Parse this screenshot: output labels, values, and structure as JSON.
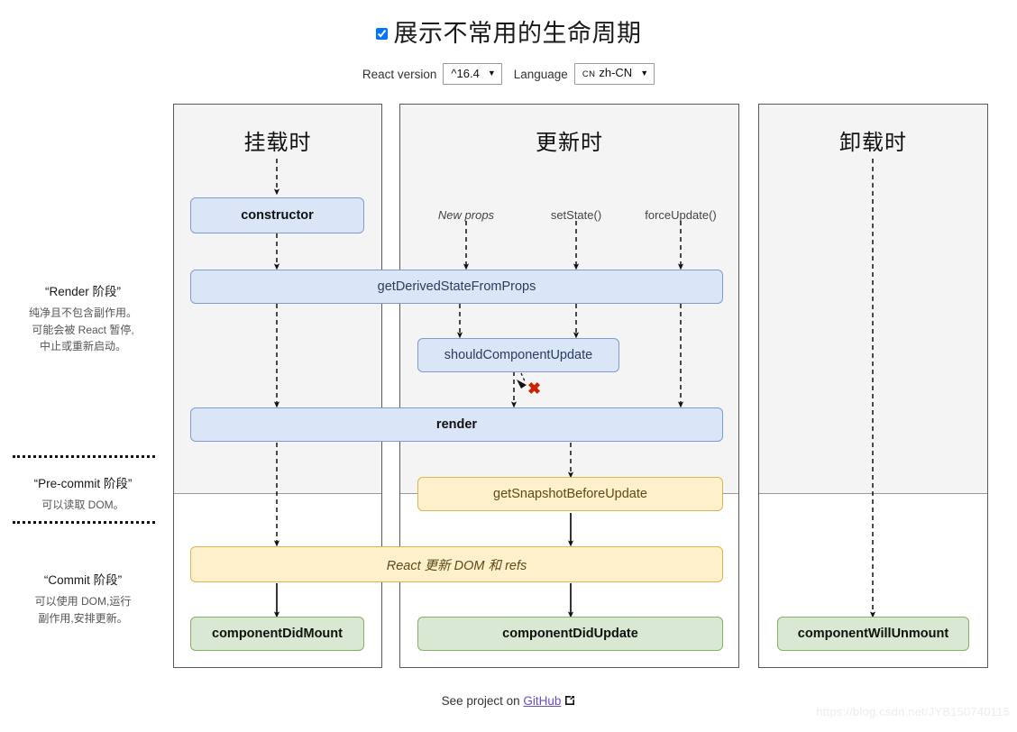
{
  "header": {
    "checkbox_label": "展示不常用的生命周期",
    "checkbox_checked": true,
    "react_version_label": "React version",
    "react_version_value": "^16.4",
    "language_label": "Language",
    "language_flag": "CN",
    "language_value": "zh-CN",
    "caret": "▼"
  },
  "phases": [
    {
      "title": "“Render 阶段”",
      "desc": "纯净且不包含副作用。\n可能会被 React 暂停,\n中止或重新启动。"
    },
    {
      "title": "“Pre-commit 阶段”",
      "desc": "可以读取 DOM。"
    },
    {
      "title": "“Commit 阶段”",
      "desc": "可以使用 DOM,运行\n副作用,安排更新。"
    }
  ],
  "columns": [
    {
      "name": "mounting",
      "title": "挂载时"
    },
    {
      "name": "updating",
      "title": "更新时"
    },
    {
      "name": "unmounting",
      "title": "卸载时"
    }
  ],
  "triggers": [
    {
      "label": "New props",
      "italic": true
    },
    {
      "label": "setState()",
      "italic": false
    },
    {
      "label": "forceUpdate()",
      "italic": false
    }
  ],
  "nodes": {
    "constructor": "constructor",
    "get_derived_state_from_props": "getDerivedStateFromProps",
    "should_component_update": "shouldComponentUpdate",
    "render": "render",
    "get_snapshot_before_update": "getSnapshotBeforeUpdate",
    "react_updates_dom": "React 更新 DOM 和 refs",
    "component_did_mount": "componentDidMount",
    "component_did_update": "componentDidUpdate",
    "component_will_unmount": "componentWillUnmount"
  },
  "annotations": {
    "skip_render_mark": "✖"
  },
  "footer": {
    "text_prefix": "See project on ",
    "link_label": "GitHub",
    "watermark": "https://blog.csdn.net/JYB150740115"
  },
  "colors": {
    "blue_fill": "#dae5f8",
    "blue_border": "#7d9dd0",
    "yellow_fill": "#fdf0ca",
    "yellow_border": "#d6b656",
    "green_fill": "#d8e8d2",
    "green_border": "#84b368",
    "panel_gray": "#f4f4f4",
    "panel_border": "#5a5a5a",
    "skip_mark": "#cc2200",
    "link": "#6a4fc4"
  }
}
